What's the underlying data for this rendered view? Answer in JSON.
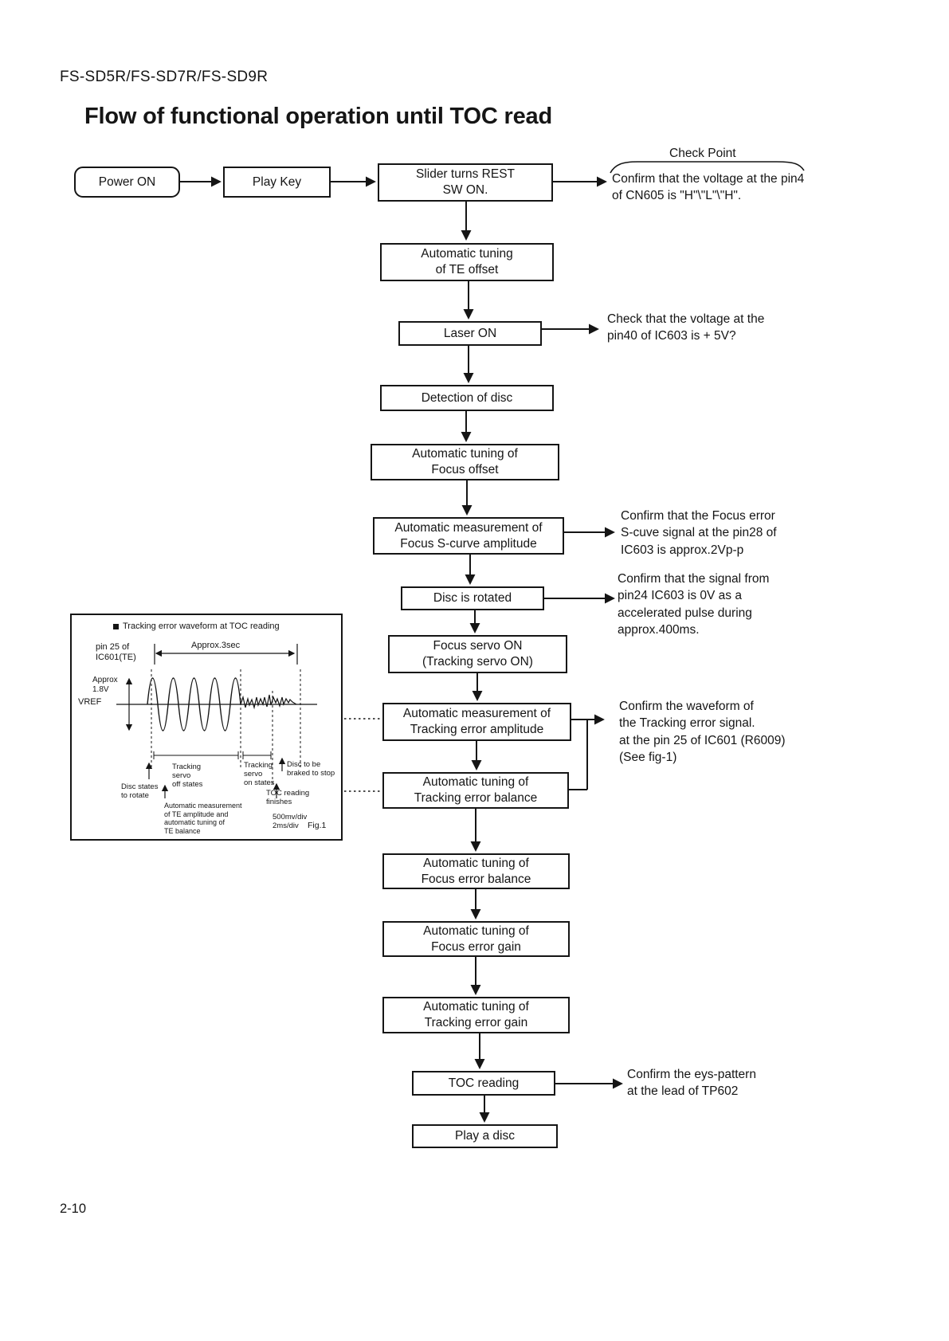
{
  "page": {
    "model": "FS-SD5R/FS-SD7R/FS-SD9R",
    "title": "Flow of functional operation until TOC read",
    "page_number": "2-10"
  },
  "colors": {
    "ink": "#151515",
    "paper": "#ffffff"
  },
  "flow": {
    "nodes": [
      {
        "id": "power-on",
        "label": "Power ON"
      },
      {
        "id": "play-key",
        "label": "Play Key"
      },
      {
        "id": "slider-rest-sw",
        "label": "Slider turns REST\nSW ON."
      },
      {
        "id": "te-offset",
        "label": "Automatic tuning\nof TE offset"
      },
      {
        "id": "laser-on",
        "label": "Laser ON"
      },
      {
        "id": "disc-detection",
        "label": "Detection of disc"
      },
      {
        "id": "focus-offset",
        "label": "Automatic tuning of\nFocus offset"
      },
      {
        "id": "focus-s-curve",
        "label": "Automatic measurement of\nFocus S-curve amplitude"
      },
      {
        "id": "disc-rotated",
        "label": "Disc is rotated"
      },
      {
        "id": "focus-servo-on",
        "label": "Focus servo ON\n(Tracking servo ON)"
      },
      {
        "id": "tracking-error-measure",
        "label": "Automatic measurement of\nTracking error amplitude"
      },
      {
        "id": "tracking-error-balance",
        "label": "Automatic tuning of\nTracking error balance"
      },
      {
        "id": "focus-error-balance",
        "label": "Automatic tuning of\nFocus error balance"
      },
      {
        "id": "focus-error-gain",
        "label": "Automatic tuning of\nFocus error gain"
      },
      {
        "id": "tracking-error-gain",
        "label": "Automatic tuning of\nTracking error gain"
      },
      {
        "id": "toc-reading",
        "label": "TOC reading"
      },
      {
        "id": "play-a-disc",
        "label": "Play a disc"
      }
    ]
  },
  "annotations": {
    "check_point_heading": "Check Point",
    "check_point": "Confirm that the voltage at the pin4\nof CN605 is \"H\"\\\"L\"\\\"H\".",
    "laser": "Check that the voltage at the\npin40 of IC603 is + 5V?",
    "s_curve": "Confirm that the Focus error\nS-cuve signal at the pin28 of\nIC603 is approx.2Vp-p",
    "disc_rotated": "Confirm that the signal from\npin24 IC603 is 0V as a\naccelerated pulse during\napprox.400ms.",
    "tracking": "Confirm the waveform of\nthe Tracking error signal.\nat the pin 25 of IC601 (R6009)\n(See fig-1)",
    "toc": "Confirm the eys-pattern\nat the lead of TP602"
  },
  "figure": {
    "legend": "Tracking error waveform at TOC reading",
    "pin_label": "pin 25 of\nIC601(TE)",
    "duration_label": "Approx.3sec",
    "amplitude_label": "Approx\n1.8V",
    "vref_label": "VREF",
    "servo_off_label": "Tracking\nservo\noff states",
    "servo_on_label": "Tracking\nservo\non states",
    "disc_brake_label": "Disc to be\nbraked to stop",
    "disc_rotate_label": "Disc states\nto rotate",
    "toc_finish_label": "TOC reading\nfinishes",
    "auto_meas_label": "Automatic measurement\nof TE amplitude and\nautomatic tuning of\nTE balance",
    "scale_label": "500mv/div\n2ms/div",
    "fig_number": "Fig.1"
  }
}
